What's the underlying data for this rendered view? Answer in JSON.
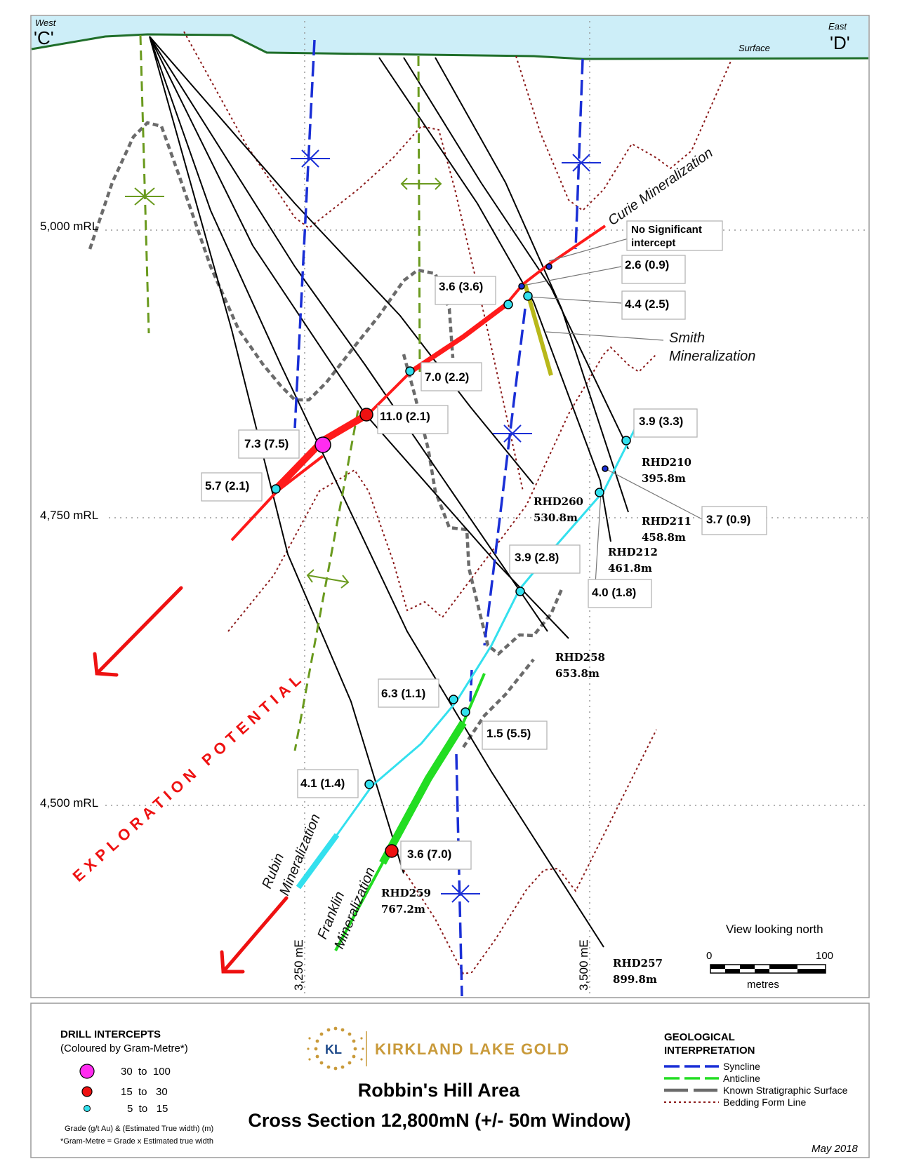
{
  "section": {
    "west_label": "West",
    "west_letter": "'C'",
    "east_label": "East",
    "east_letter": "'D'",
    "surface_label": "Surface",
    "elevations": [
      "5,000 mRL",
      "4,750 mRL",
      "4,500 mRL"
    ],
    "eastings": [
      "3,250 mE",
      "3,500 mE"
    ],
    "view_note": "View looking north",
    "scale": {
      "start": "0",
      "end": "100",
      "unit": "metres"
    },
    "exploration_label": "EXPLORATION POTENTIAL"
  },
  "zones": {
    "curie": "Curie Mineralization",
    "smith_line1": "Smith",
    "smith_line2": "Mineralization",
    "rubin_line1": "Rubin",
    "rubin_line2": "Mineralization",
    "franklin_line1": "Franklin",
    "franklin_line2": "Mineralization"
  },
  "intercepts": {
    "no_sig_line1": "No Significant",
    "no_sig_line2": "intercept",
    "i1": "2.6 (0.9)",
    "i2": "3.6 (3.6)",
    "i3": "4.4 (2.5)",
    "i4": "7.0 (2.2)",
    "i5": "11.0 (2.1)",
    "i6": "7.3 (7.5)",
    "i7": "5.7 (2.1)",
    "i8": "3.9 (3.3)",
    "i9": "3.7 (0.9)",
    "i10": "3.9 (2.8)",
    "i11": "4.0 (1.8)",
    "i12": "6.3 (1.1)",
    "i13": "1.5 (5.5)",
    "i14": "4.1 (1.4)",
    "i15": "3.6 (7.0)"
  },
  "holes": {
    "rhd210": {
      "id": "RHD210",
      "depth": "395.8m"
    },
    "rhd211": {
      "id": "RHD211",
      "depth": "458.8m"
    },
    "rhd212": {
      "id": "RHD212",
      "depth": "461.8m"
    },
    "rhd260": {
      "id": "RHD260",
      "depth": "530.8m"
    },
    "rhd258": {
      "id": "RHD258",
      "depth": "653.8m"
    },
    "rhd259": {
      "id": "RHD259",
      "depth": "767.2m"
    },
    "rhd257": {
      "id": "RHD257",
      "depth": "899.8m"
    }
  },
  "legend": {
    "drill_title": "DRILL INTERCEPTS",
    "drill_subtitle": "(Coloured by Gram-Metre*)",
    "classes": [
      "30  to  100",
      "15  to   30",
      "5  to   15"
    ],
    "note1": "Grade (g/t Au) & (Estimated True width) (m)",
    "note2": "*Gram-Metre = Grade x Estimated true width",
    "company": "KIRKLAND LAKE GOLD",
    "logo_initials": "KL",
    "title": "Robbin's Hill Area",
    "subtitle": "Cross Section 12,800mN (+/- 50m Window)",
    "geo_title1": "GEOLOGICAL",
    "geo_title2": "INTERPRETATION",
    "geo_items": [
      "Syncline",
      "Anticline",
      "Known Stratigraphic Surface",
      "Bedding Form Line"
    ],
    "date": "May 2018"
  },
  "colors": {
    "sky": "#cdeef8",
    "surface": "#1f6e2a",
    "syncline": "#1a2fd6",
    "anticline": "#6a9a1e",
    "strat": "#6b6b6b",
    "bedding": "#8b1a1a",
    "curie": "#ff1a1a",
    "rubin": "#33e0ee",
    "franklin": "#22dd22",
    "smith": "#b8b81a",
    "magenta": "#ff2cf0"
  }
}
